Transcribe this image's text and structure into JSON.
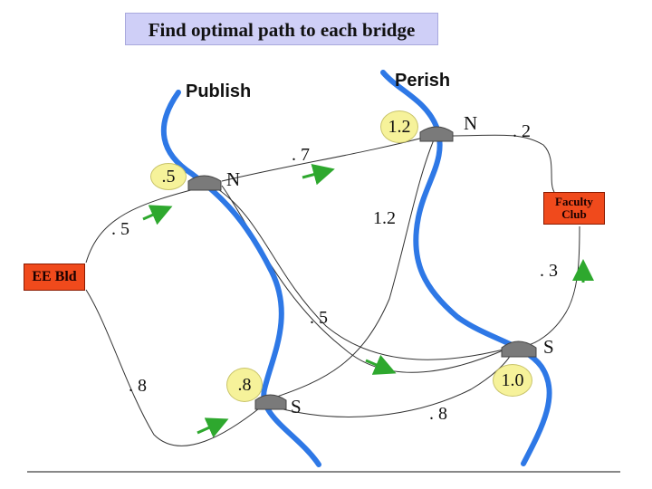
{
  "title": "Find optimal path to each bridge",
  "rivers": {
    "left": "Publish",
    "right": "Perish"
  },
  "locations": {
    "start": "EE Bld",
    "end": "Faculty Club"
  },
  "bridges": [
    {
      "id": "publish-north",
      "side": "N",
      "cost": ".5"
    },
    {
      "id": "perish-north",
      "side": "N",
      "cost": "1.2"
    },
    {
      "id": "publish-south",
      "side": "S",
      "cost": ".8"
    },
    {
      "id": "perish-south",
      "side": "S",
      "cost": "1.0"
    }
  ],
  "edge_weights": {
    "ee_to_publish_north": ". 5",
    "publish_north_to_perish_north": ". 7",
    "perish_north_to_faculty": ". 2",
    "publish_south_to_perish_north": "1.2",
    "perish_south_to_faculty": ". 3",
    "publish_north_to_perish_south": ". 5",
    "ee_to_publish_south": ". 8",
    "publish_south_to_perish_south": ". 8"
  },
  "colors": {
    "river": "#2e78e6",
    "arrow": "#2ea82e",
    "bubble": "#f6f29a",
    "box": "#f04a1c",
    "title_bg": "#cfcff7"
  }
}
